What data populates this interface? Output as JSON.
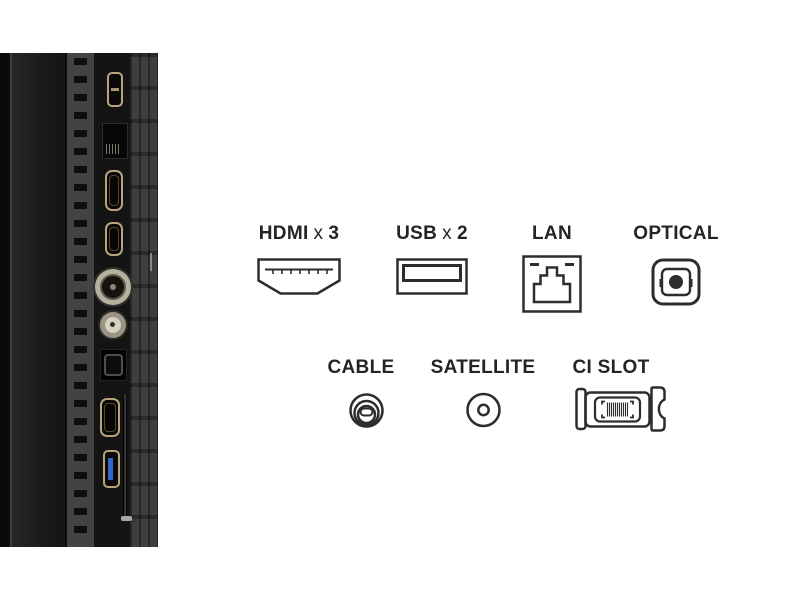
{
  "legend": {
    "row1": [
      {
        "name": "HDMI",
        "times": "x",
        "count": "3",
        "icon": "hdmi-icon"
      },
      {
        "name": "USB",
        "times": "x",
        "count": "2",
        "icon": "usb-icon"
      },
      {
        "name": "LAN",
        "icon": "lan-icon"
      },
      {
        "name": "OPTICAL",
        "icon": "optical-icon"
      }
    ],
    "row2": [
      {
        "name": "CABLE",
        "icon": "cable-icon"
      },
      {
        "name": "SATELLITE",
        "icon": "satellite-icon"
      },
      {
        "name": "CI SLOT",
        "icon": "ci-slot-icon"
      }
    ]
  },
  "panel_photo": {
    "ports_top_to_bottom": [
      "usb-port",
      "lan-port",
      "hdmi-port",
      "hdmi-port",
      "cable-coax-connector",
      "satellite-coax-connector",
      "optical-port",
      "hdmi-port",
      "usb3-port",
      "ci-card-slot"
    ]
  },
  "colors": {
    "background": "#ffffff",
    "label_text": "#242424",
    "icon_stroke": "#2d2d2d",
    "port_gold": "#b9a47c",
    "usb3_blue": "#3565c8",
    "coax_metal": "#b7b0a0",
    "panel_dark": "#1b1b1b"
  }
}
